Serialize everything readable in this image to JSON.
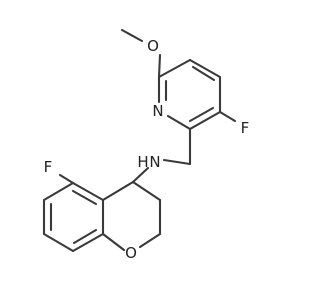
{
  "molecule": {
    "atoms": {
      "oxygen_methoxy": "O",
      "nitrogen_pyridine": "N",
      "fluorine_pyridine": "F",
      "nitrogen_amine": "N",
      "hydrogen_amine": "H",
      "fluorine_chromane": "F",
      "oxygen_chromane": "O"
    }
  }
}
